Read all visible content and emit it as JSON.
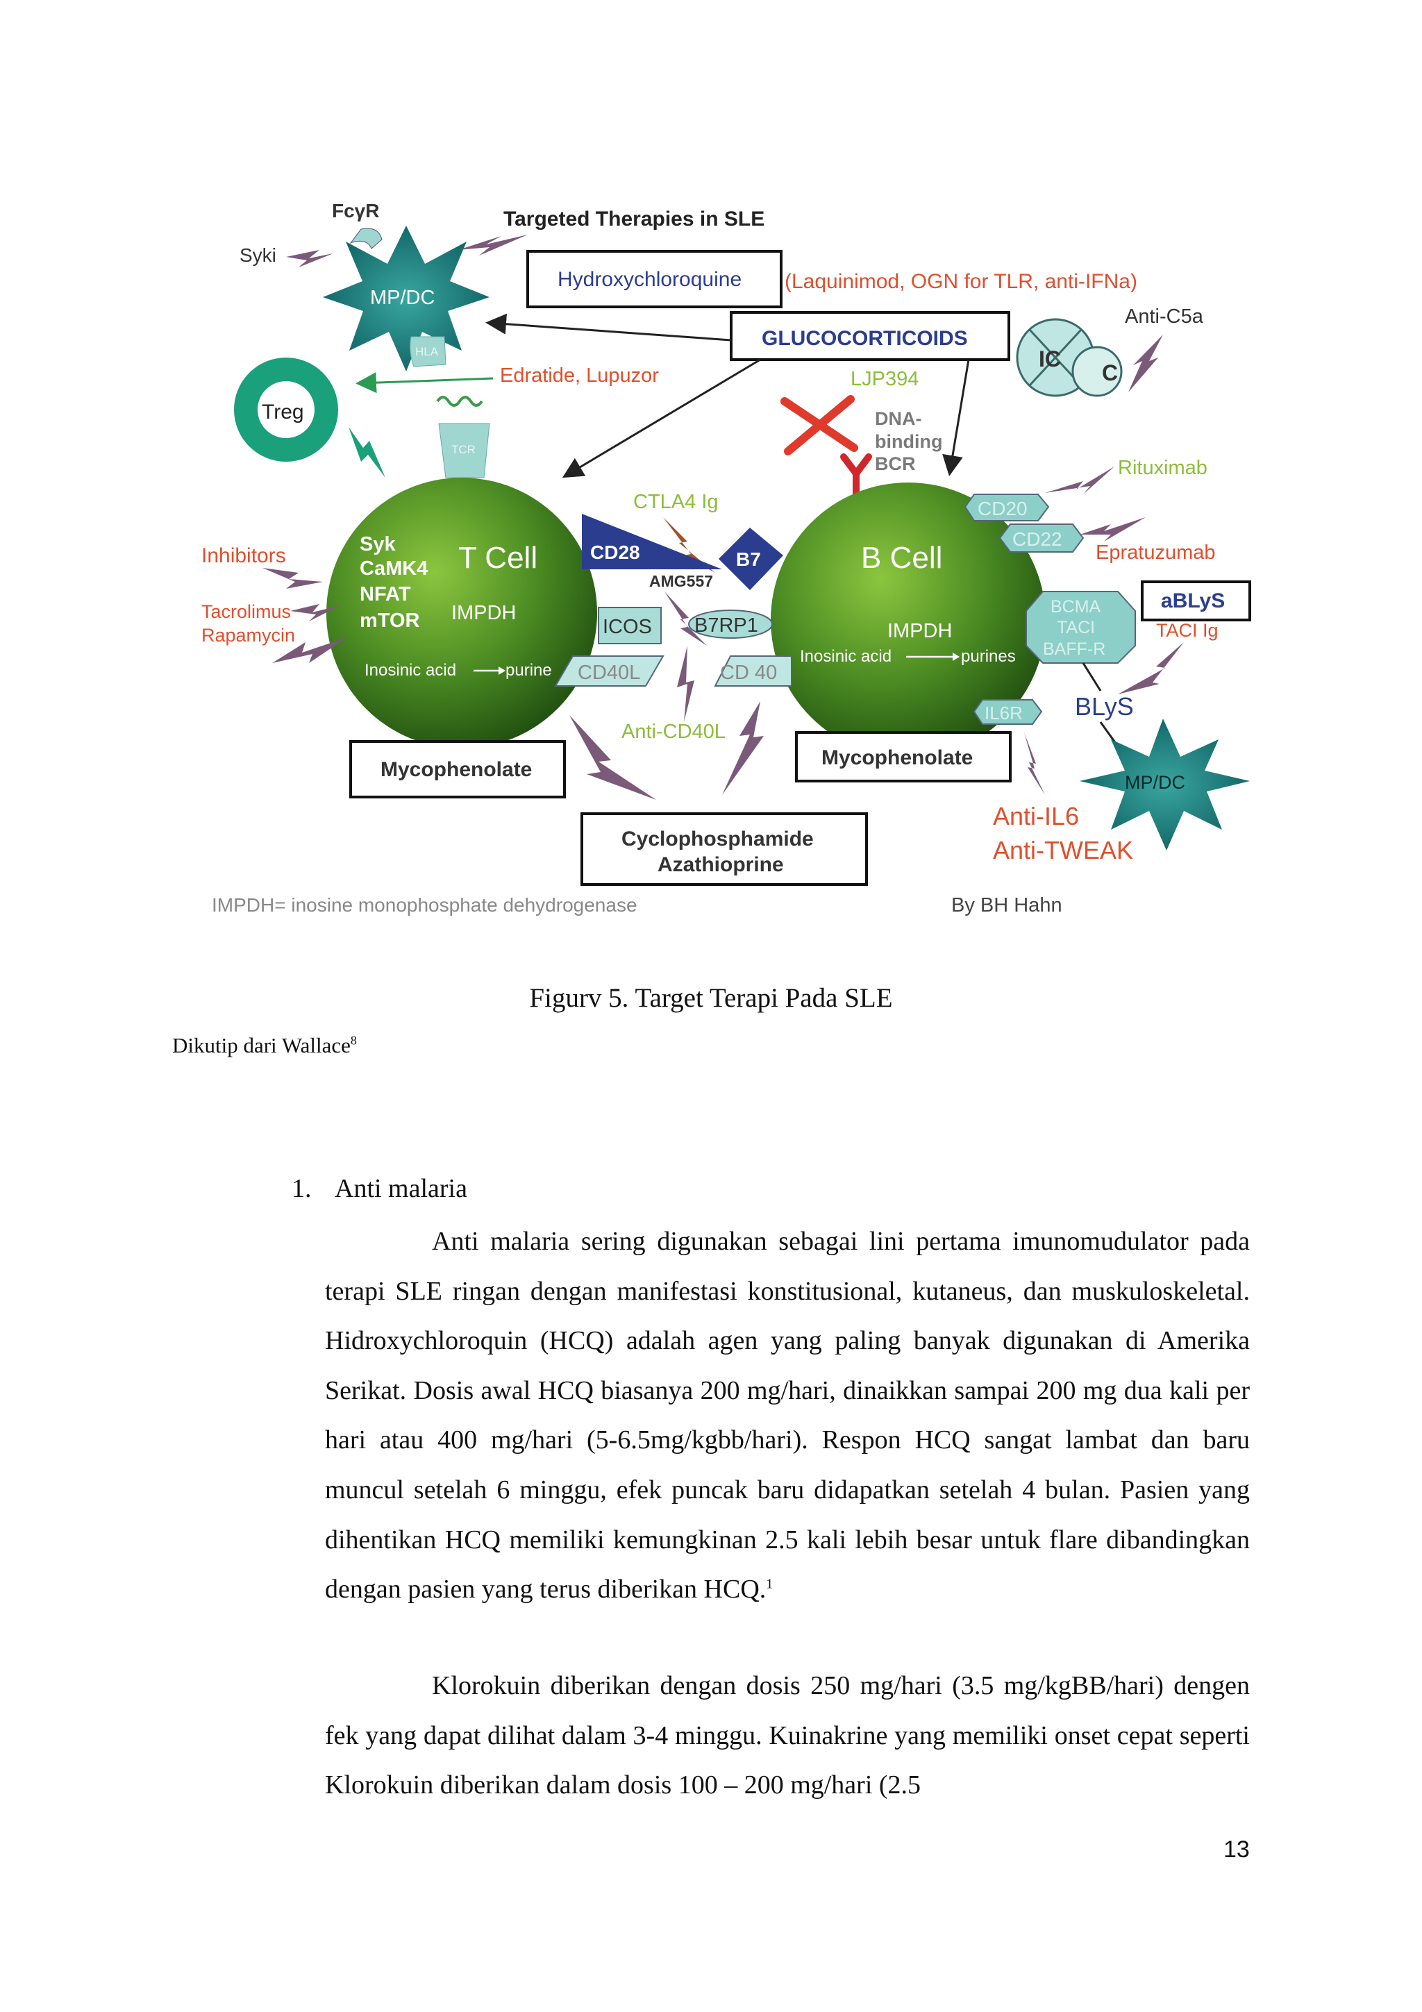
{
  "figure": {
    "title": "Targeted Therapies in SLE",
    "fcyr": "FcγR",
    "syki": "Syki",
    "mpdc_top": "MP/DC",
    "mpdc_bottom": "MP/DC",
    "hla": "HLA",
    "tcr": "TCR",
    "hydroxychloroquine": "Hydroxychloroquine",
    "laquinimod": "(Laquinimod, OGN for TLR, anti-IFNa)",
    "glucocorticoids": "GLUCOCORTICOIDS",
    "anti_c5a": "Anti-C5a",
    "ic": "IC",
    "c": "C",
    "treg": "Treg",
    "edratide": "Edratide, Lupuzor",
    "ljp394": "LJP394",
    "dna": "DNA-",
    "binding": "binding",
    "bcr": "BCR",
    "rituximab": "Rituximab",
    "cd20": "CD20",
    "cd22": "CD22",
    "epratuzumab": "Epratuzumab",
    "inhibitors": "Inhibitors",
    "tacrolimus": "Tacrolimus",
    "rapamycin": "Rapamycin",
    "tcell": {
      "syk": "Syk",
      "camk4": "CaMK4",
      "nfat": "NFAT",
      "mtor": "mTOR",
      "title": "T Cell",
      "impdh": "IMPDH",
      "inosinic": "Inosinic acid",
      "purine": "purine"
    },
    "bcell": {
      "title": "B Cell",
      "impdh": "IMPDH",
      "inosinic": "Inosinic acid",
      "purines": "purines"
    },
    "ctla4": "CTLA4 Ig",
    "cd28": "CD28",
    "b7": "B7",
    "amg557": "AMG557",
    "icos": "ICOS",
    "b7rp1": "B7RP1",
    "cd40l": "CD40L",
    "cd40": "CD 40",
    "anti_cd40l": "Anti-CD40L",
    "bcma": "BCMA",
    "taci": "TACI",
    "baffr": "BAFF-R",
    "ablys": "aBLyS",
    "taci_ig": "TACI Ig",
    "blys": "BLyS",
    "il6r": "IL6R",
    "mycophenolate_left": "Mycophenolate",
    "mycophenolate_right": "Mycophenolate",
    "cyclophosphamide": "Cyclophosphamide",
    "azathioprine": "Azathioprine",
    "anti_il6": "Anti-IL6",
    "anti_tweak": "Anti-TWEAK",
    "impdh_def": "IMPDH= inosine monophosphate dehydrogenase",
    "author": "By BH Hahn"
  },
  "caption": "Figurv 5. Target Terapi Pada SLE",
  "source_text": "Dikutip dari Wallace",
  "source_ref": "8",
  "section": {
    "number": "1.",
    "title": "Anti malaria"
  },
  "paragraph1": "Anti malaria sering digunakan sebagai lini pertama imunomudulator pada terapi SLE ringan dengan manifestasi konstitusional, kutaneus, dan muskuloskeletal. Hidroxychloroquin (HCQ) adalah agen yang paling banyak digunakan di Amerika Serikat. Dosis awal HCQ biasanya 200 mg/hari, dinaikkan sampai 200 mg dua kali per hari atau 400 mg/hari (5-6.5mg/kgbb/hari). Respon HCQ sangat lambat dan baru muncul setelah 6 minggu, efek puncak baru didapatkan setelah 4 bulan. Pasien yang dihentikan HCQ memiliki kemungkinan 2.5 kali lebih besar untuk flare dibandingkan dengan pasien yang terus diberikan HCQ.",
  "paragraph1_ref": "1",
  "paragraph2": "Klorokuin diberikan dengan dosis 250 mg/hari (3.5 mg/kgBB/hari) dengen fek yang dapat dilihat dalam 3-4 minggu. Kuinakrine yang memiliki onset cepat seperti Klorokuin diberikan dalam dosis 100 – 200 mg/hari (2.5",
  "page_number": "13",
  "colors": {
    "cell_green": "#3f7a1c",
    "mpdc_teal": "#0f6f70",
    "receptor_teal": "#8ccfc9",
    "drug_red": "#e14e2c",
    "drug_green": "#8cbd3c",
    "bolt_purple": "#7a5a78",
    "navy": "#2b3d8f"
  }
}
